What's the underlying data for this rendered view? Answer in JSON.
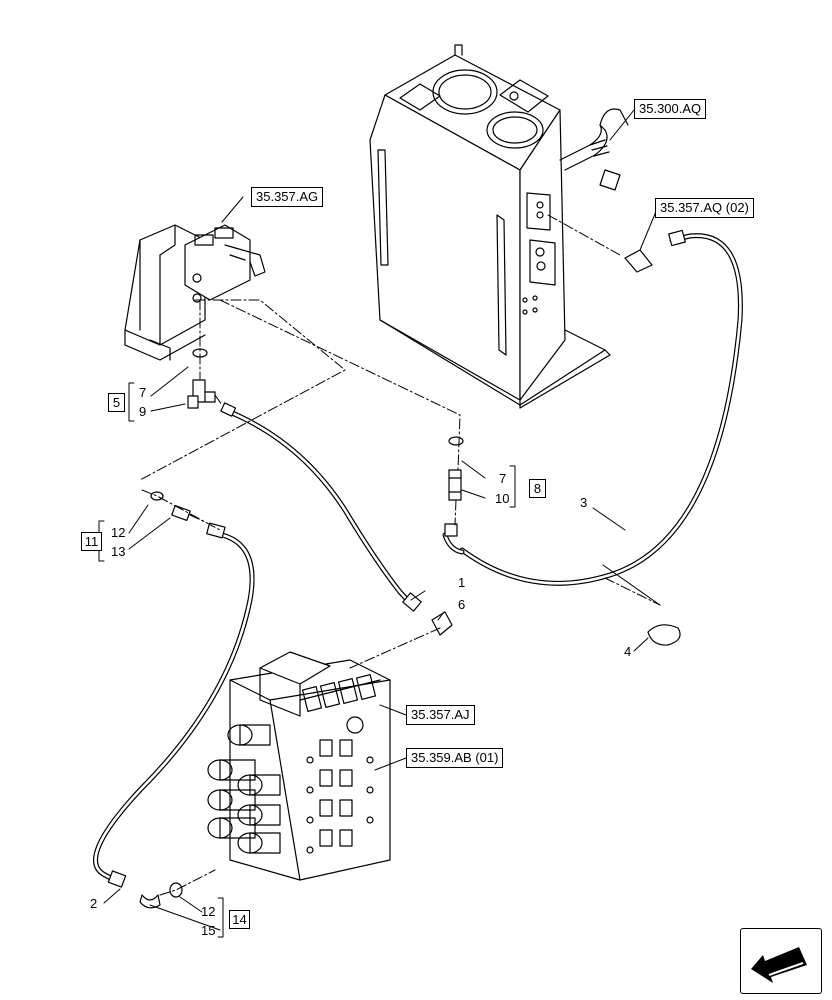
{
  "references": {
    "tank": "35.300.AQ",
    "solenoid_block": "35.357.AG",
    "tank_fitting": "35.357.AQ (02)",
    "control_valve": "35.357.AJ",
    "valve_section": "35.359.AB (01)"
  },
  "part_numbers": {
    "p1": "1",
    "p2": "2",
    "p3": "3",
    "p4": "4",
    "p6": "6",
    "p7a": "7",
    "p9": "9",
    "p7b": "7",
    "p10": "10",
    "p12a": "12",
    "p13": "13",
    "p12b": "12",
    "p15": "15"
  },
  "kits": {
    "k5": "5",
    "k8": "8",
    "k11": "11",
    "k14": "14"
  },
  "navigation": {
    "icon": "back-arrow-icon"
  }
}
